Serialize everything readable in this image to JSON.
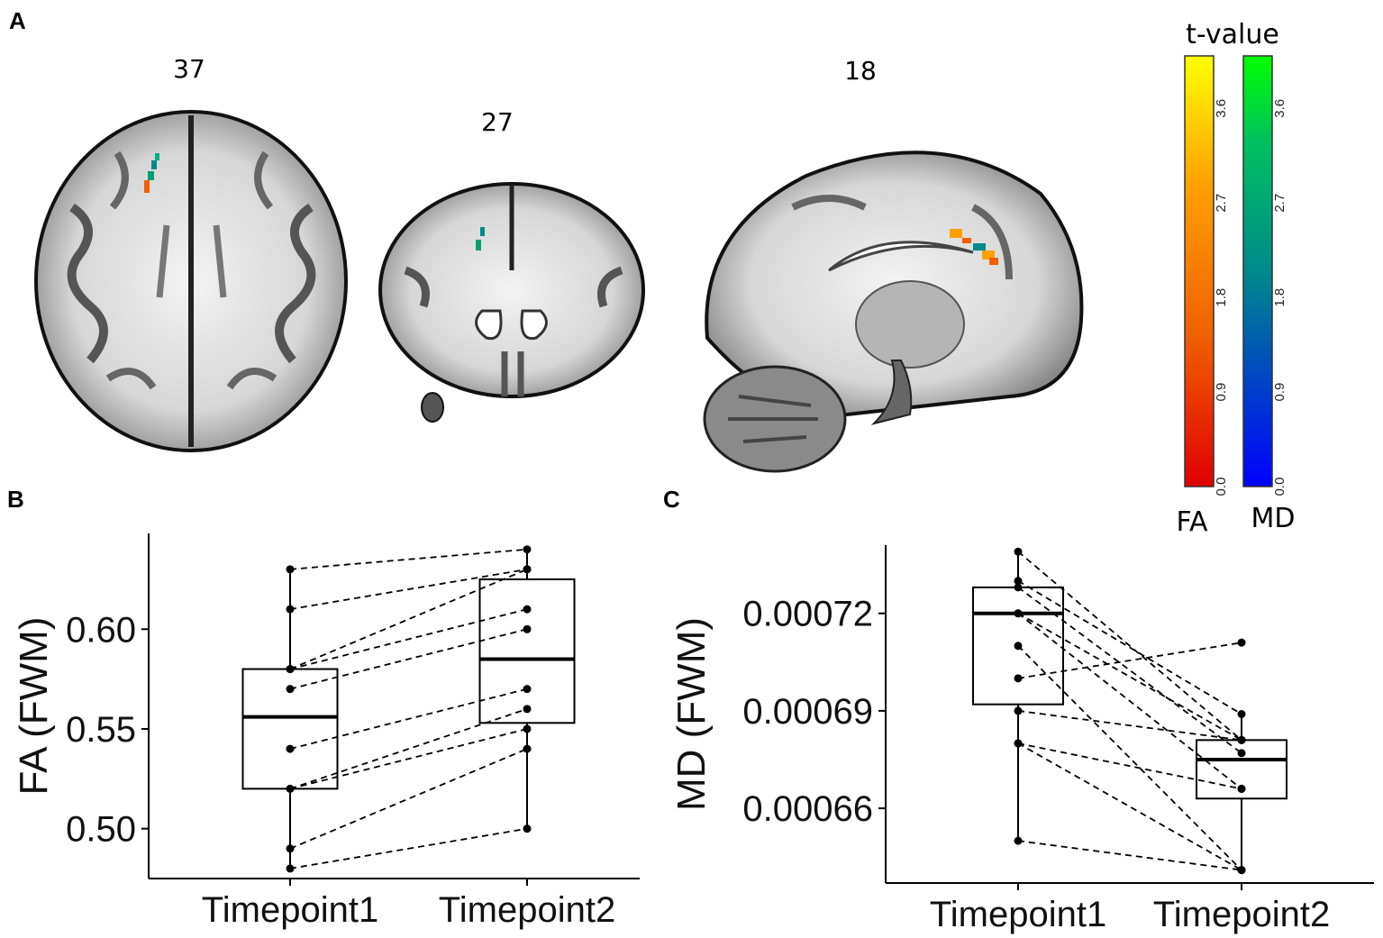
{
  "panels": {
    "a": "A",
    "b": "B",
    "c": "C"
  },
  "brain": {
    "slices": [
      "37",
      "27",
      "18"
    ]
  },
  "colorbar": {
    "title": "t-value",
    "ticks": [
      "0.0",
      "0.9",
      "1.8",
      "2.7",
      "3.6"
    ],
    "fa_label": "FA",
    "md_label": "MD",
    "fa_colors": [
      "#e00000",
      "#f06000",
      "#ffa000",
      "#ffff00"
    ],
    "md_colors": [
      "#0000ff",
      "#008a8a",
      "#00c060",
      "#00ff00"
    ]
  },
  "chart_data": [
    {
      "type": "boxplot",
      "panel": "B",
      "categories": [
        "Timepoint1",
        "Timepoint2"
      ],
      "ylabel": "FA (FWM)",
      "yticks": [
        "0.50",
        "0.55",
        "0.60"
      ],
      "ylim": [
        0.475,
        0.648
      ],
      "boxes": [
        {
          "min": 0.48,
          "q1": 0.52,
          "median": 0.556,
          "q3": 0.58,
          "max": 0.63
        },
        {
          "min": 0.5,
          "q1": 0.553,
          "median": 0.585,
          "q3": 0.625,
          "max": 0.64
        }
      ],
      "pairs": [
        [
          0.63,
          0.64
        ],
        [
          0.61,
          0.63
        ],
        [
          0.58,
          0.63
        ],
        [
          0.58,
          0.61
        ],
        [
          0.57,
          0.6
        ],
        [
          0.54,
          0.57
        ],
        [
          0.52,
          0.56
        ],
        [
          0.52,
          0.55
        ],
        [
          0.49,
          0.54
        ],
        [
          0.48,
          0.5
        ]
      ]
    },
    {
      "type": "boxplot",
      "panel": "C",
      "categories": [
        "Timepoint1",
        "Timepoint2"
      ],
      "ylabel": "MD (FWM)",
      "yticks": [
        "0.00066",
        "0.00069",
        "0.00072"
      ],
      "ylim": [
        0.000637,
        0.000741
      ],
      "boxes": [
        {
          "min": 0.00065,
          "q1": 0.000692,
          "median": 0.00072,
          "q3": 0.000728,
          "max": 0.000739
        },
        {
          "min": 0.000641,
          "q1": 0.000663,
          "median": 0.000675,
          "q3": 0.000681,
          "max": 0.000689
        }
      ],
      "pairs": [
        [
          0.000739,
          0.000681
        ],
        [
          0.00073,
          0.000689
        ],
        [
          0.000728,
          0.000677
        ],
        [
          0.00072,
          0.000681
        ],
        [
          0.00072,
          0.000666
        ],
        [
          0.00071,
          0.000641
        ],
        [
          0.0007,
          0.000711
        ],
        [
          0.00069,
          0.000681
        ],
        [
          0.00068,
          0.000666
        ],
        [
          0.00068,
          0.000641
        ],
        [
          0.00065,
          0.000641
        ]
      ]
    }
  ]
}
